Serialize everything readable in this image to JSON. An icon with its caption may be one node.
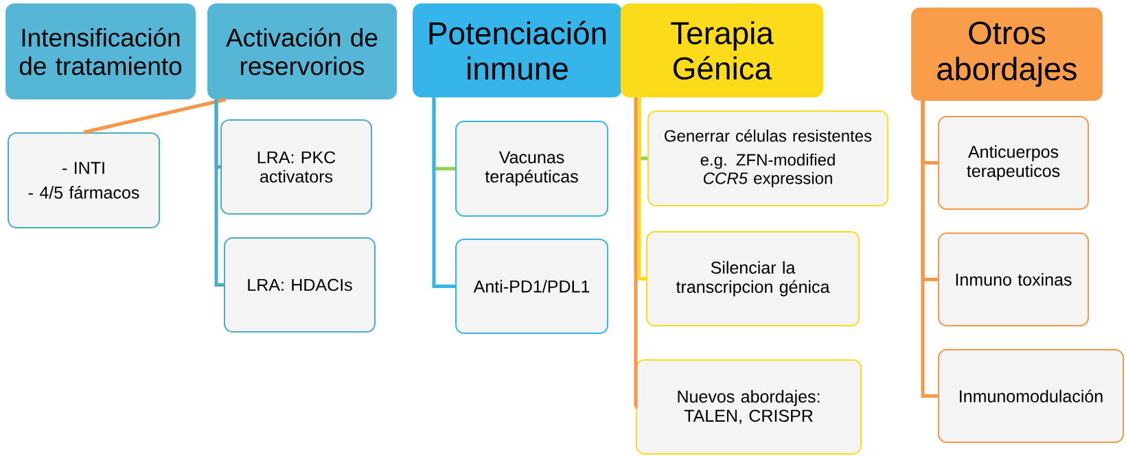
{
  "diagram": {
    "nodes": [
      {
        "text": [
          "Intensificación de tratamiento"
        ]
      },
      {
        "text": [
          "Activación de reservorios"
        ]
      },
      {
        "text": [
          "Potenciación inmune"
        ]
      },
      {
        "text": [
          "Terapia Génica"
        ]
      },
      {
        "text": [
          "Otros abordajes"
        ]
      },
      {
        "text": [
          "- INTI",
          "- 4/5 fármacos"
        ]
      },
      {
        "text": [
          "LRA: PKC activators"
        ]
      },
      {
        "text": [
          "LRA: HDACIs"
        ]
      },
      {
        "text": [
          "Vacunas terapéuticas"
        ]
      },
      {
        "text": [
          "Anti-PD1/PDL1"
        ]
      },
      {
        "text": [
          "Generrar células resistentes",
          "e.g. ZFN-modified *CCR5* expression"
        ]
      },
      {
        "text": [
          "Silenciar la transcripcion génica"
        ]
      },
      {
        "text": [
          "Nuevos abordajes: TALEN, CRISPR"
        ]
      },
      {
        "text": [
          "Anticuerpos terapeuticos"
        ]
      },
      {
        "text": [
          "Inmuno toxinas"
        ]
      },
      {
        "text": [
          "Inmunomodulación"
        ]
      }
    ],
    "edges": [
      {
        "from": 1,
        "to": 5,
        "arrow": "none"
      },
      {
        "from": 1,
        "to": 6,
        "arrow": "none",
        "color": "#4bacc6"
      },
      {
        "from": 1,
        "to": 7,
        "arrow": "none",
        "color": "#4bacc6"
      },
      {
        "from": 2,
        "to": 8,
        "arrow": "none",
        "color": "#92d050"
      },
      {
        "from": 2,
        "to": 9,
        "arrow": "none",
        "color": "#35b5ea"
      },
      {
        "from": 3,
        "to": 10,
        "arrow": "none",
        "color": "#92d050"
      },
      {
        "from": 3,
        "to": 11,
        "arrow": "none",
        "color": "#fcdc1a"
      },
      {
        "from": 3,
        "to": 12,
        "arrow": "none"
      },
      {
        "from": 4,
        "to": 13,
        "arrow": "none"
      },
      {
        "from": 4,
        "to": 14,
        "arrow": "none"
      },
      {
        "from": 4,
        "to": 15,
        "arrow": "none"
      }
    ]
  }
}
